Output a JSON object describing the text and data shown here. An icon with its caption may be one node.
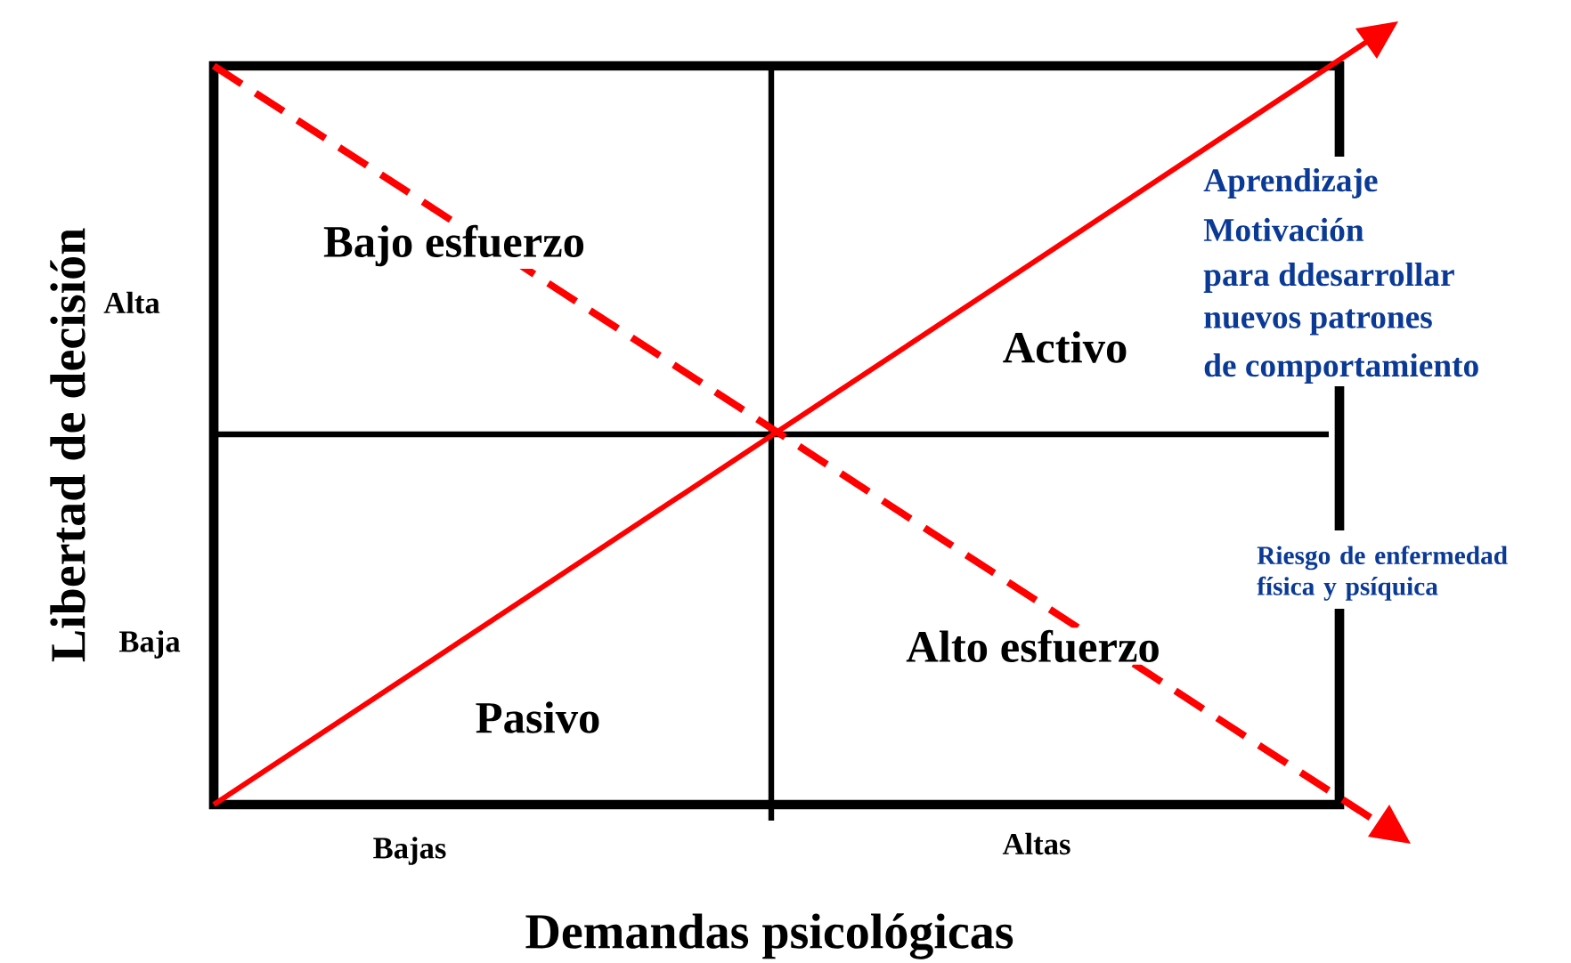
{
  "diagram": {
    "nodes": [
      {
        "text": [
          "Bajo esfuerzo"
        ]
      },
      {
        "text": [
          "Activo"
        ]
      },
      {
        "text": [
          "Alto esfuerzo"
        ]
      },
      {
        "text": [
          "Pasivo"
        ]
      }
    ],
    "labels": [
      "Libertad de decisión",
      "Alta",
      "Aprendizaje",
      "Motivación",
      "para ddesarrollar",
      "nuevos patrones",
      "de comportamiento",
      "Baja",
      "Riesgo de enfermedad física y psíquica",
      "Bajas",
      "Altas",
      "Demandas psicológicas"
    ]
  }
}
